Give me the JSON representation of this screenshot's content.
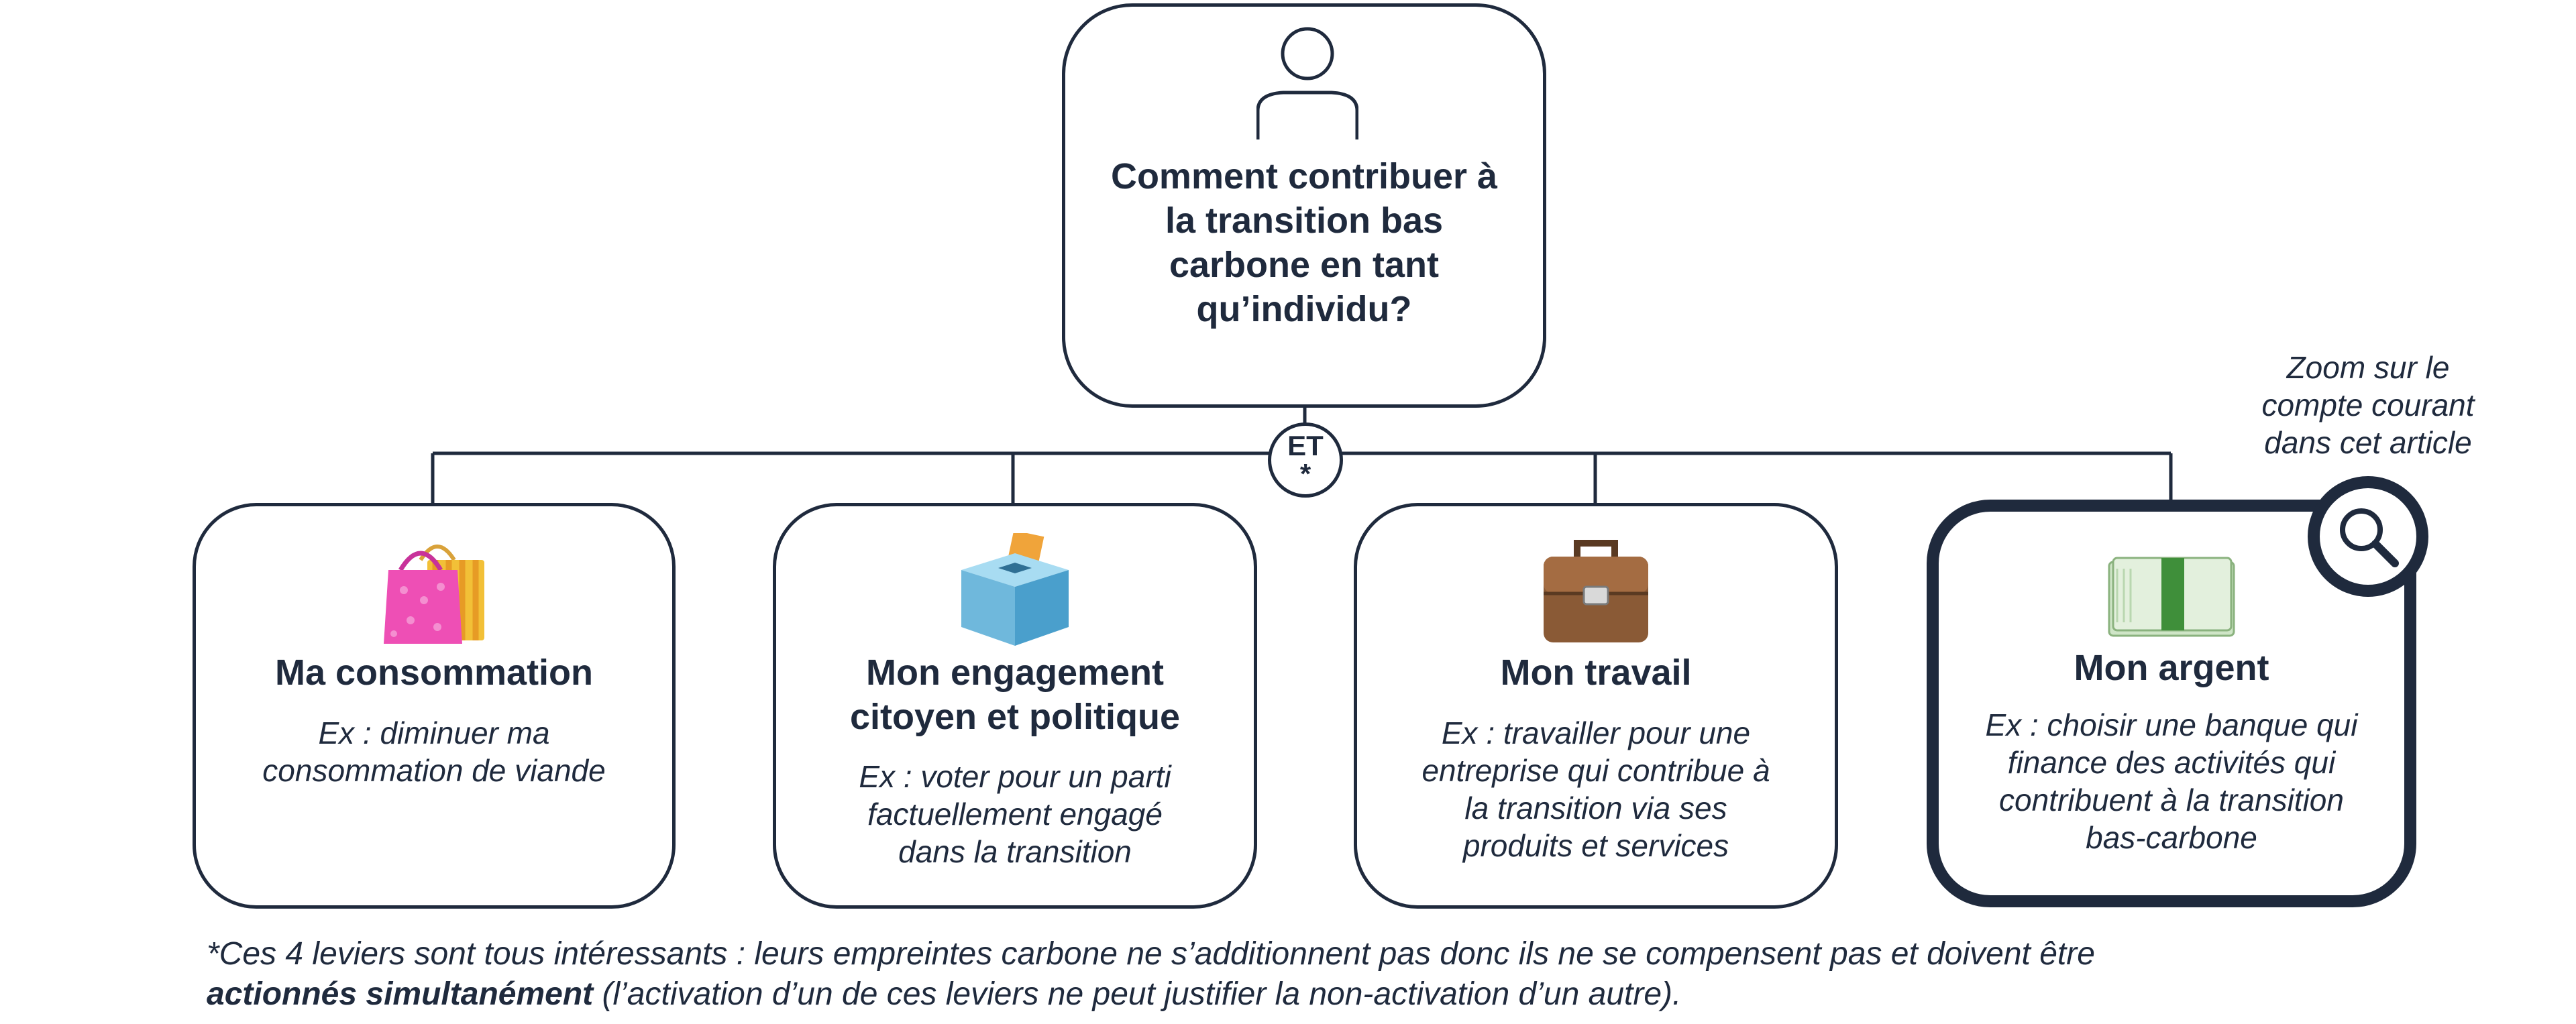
{
  "root": {
    "icon": "person-icon",
    "question_lines": [
      "Comment contribuer à",
      "la transition bas",
      "carbone en tant",
      "qu’individu?"
    ]
  },
  "connector": {
    "word": "ET",
    "mark": "*"
  },
  "levers": [
    {
      "title_lines": [
        "Ma consommation"
      ],
      "example_lines": [
        "Ex : diminuer ma",
        "consommation de viande"
      ],
      "icon": "shopping-bags-icon"
    },
    {
      "title_lines": [
        "Mon engagement",
        "citoyen et politique"
      ],
      "example_lines": [
        "Ex : voter pour un parti",
        "factuellement engagé",
        "dans la transition"
      ],
      "icon": "ballot-box-icon"
    },
    {
      "title_lines": [
        "Mon travail"
      ],
      "example_lines": [
        "Ex : travailler pour une",
        "entreprise qui contribue à",
        "la transition via ses",
        "produits et services"
      ],
      "icon": "briefcase-icon"
    },
    {
      "title_lines": [
        "Mon argent"
      ],
      "example_lines": [
        "Ex : choisir une banque qui",
        "finance des activités qui",
        "contribuent à la transition",
        "bas-carbone"
      ],
      "icon": "euro-banknotes-icon"
    }
  ],
  "zoom_note_lines": [
    "Zoom sur le",
    "compte courant",
    "dans cet article"
  ],
  "zoom_icon": "magnifier-icon",
  "footnote": {
    "line1": "*Ces 4 leviers sont tous intéressants : leurs empreintes carbone ne s’additionnent pas donc ils ne se compensent pas et doivent être",
    "emphasis": "actionnés simultanément",
    "line2_rest": " (l’activation d’un de ces leviers ne peut justifier la non-activation d’un autre)."
  },
  "colors": {
    "ink": "#1f2a3d",
    "background": "#ffffff"
  }
}
